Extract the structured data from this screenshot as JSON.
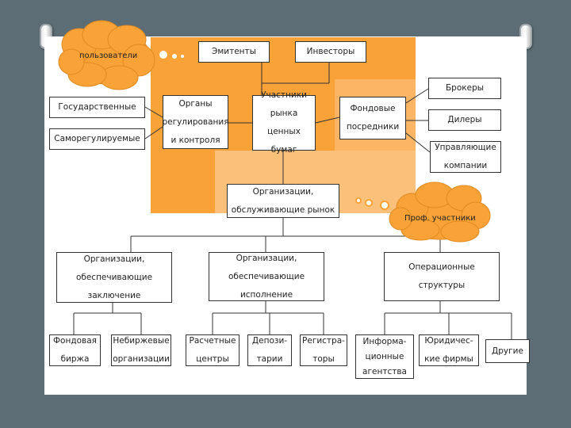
{
  "clouds": {
    "top_left": "пользователи",
    "right": "Проф. участники"
  },
  "boxes": {
    "emitters": "Эмитенты",
    "investors": "Инвесторы",
    "brokers": "Брокеры",
    "state": "Государственные",
    "sro": "Саморегулируемые",
    "regulators": "Органы\nрегулирования\nи контроля",
    "participants": "Участники\nрынка ценных\nбумаг",
    "intermediaries": "Фондовые\nпосредники",
    "dealers": "Дилеры",
    "managers": "Управляющие\nкомпании",
    "service_orgs": "Организации,\nобслуживающие рынок",
    "conclusion_orgs": "Организации,\nобеспечивающие\nзаключение",
    "execution_orgs": "Организации,\nобеспечивающие\nисполнение",
    "operational": "Операционные\nструктуры",
    "stock_exchange": "Фондовая\nбиржа",
    "off_exchange": "Небиржевые\nорганизации",
    "settlement": "Расчетные\nцентры",
    "depositories": "Депози-\nтарии",
    "registrars": "Регистра-\nторы",
    "info_agencies": "Информа-\nционные\nагентства",
    "law_firms": "Юридичес-\nкие фирмы",
    "others": "Другие"
  },
  "colors": {
    "background": "#5d6d75",
    "orange": "#f9a238",
    "orange_light": "#fbc07a",
    "cloud": "#f9a238"
  }
}
